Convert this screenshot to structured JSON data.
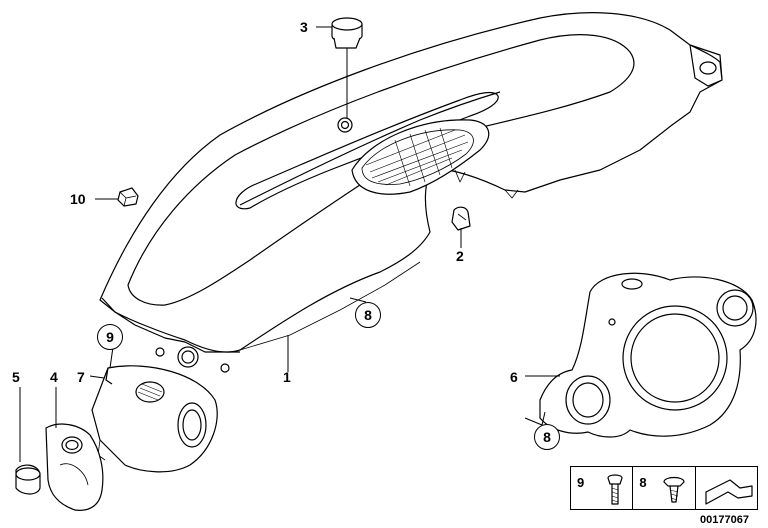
{
  "diagram": {
    "callouts": {
      "part1": "1",
      "part2": "2",
      "part3": "3",
      "part4": "4",
      "part5": "5",
      "part6": "6",
      "part7": "7",
      "part8a": "8",
      "part8b": "8",
      "part9": "9",
      "part10": "10"
    },
    "legend": {
      "item9": "9",
      "item8": "8"
    },
    "doc_number": "00177067"
  }
}
